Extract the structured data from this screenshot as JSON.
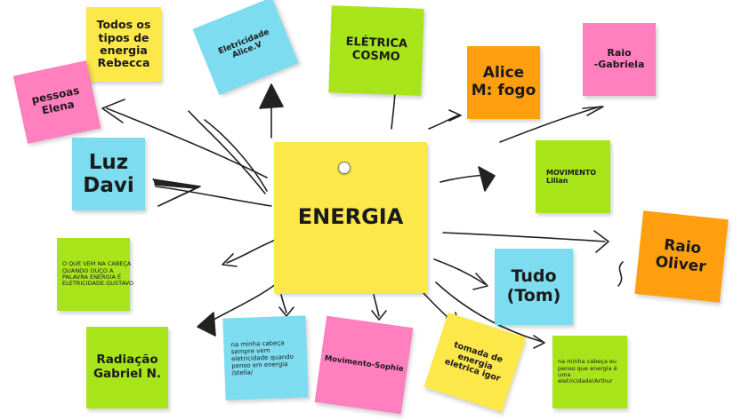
{
  "center": {
    "label": "ENERGIA"
  },
  "notes": [
    {
      "id": "todos",
      "text": "Todos os\ntipos de\nenergia\nRebecca",
      "color": "#fde84a"
    },
    {
      "id": "eletricidade-alice",
      "text": "Eletricidade\nAlice.V",
      "color": "#7ddcef"
    },
    {
      "id": "eletrica-cosmo",
      "text": "ELÉTRICA\nCOSMO",
      "color": "#a8e41a"
    },
    {
      "id": "alice-fogo",
      "text": "Alice\nM: fogo",
      "color": "#ff9f10"
    },
    {
      "id": "raio-gabriela",
      "text": "Raio\n-Gabriela",
      "color": "#ff7fbf"
    },
    {
      "id": "pessoas-elena",
      "text": "pessoas\nElena",
      "color": "#ff7fbf"
    },
    {
      "id": "luz-davi",
      "text": "Luz\nDavi",
      "color": "#7ddcef"
    },
    {
      "id": "movimento-lilian",
      "text": "MOVIMENTO\nLilian",
      "color": "#a8e41a"
    },
    {
      "id": "raio-oliver",
      "text": "Raio\nOliver",
      "color": "#ff9f10"
    },
    {
      "id": "gustavo",
      "text": "O QUE VEM NA CABEÇA QUANDO OUÇO A PALAVRA ENERGIA É ELETRICIDADE.GUSTAVO",
      "color": "#a8e41a"
    },
    {
      "id": "tudo-tom",
      "text": "Tudo\n(Tom)",
      "color": "#7ddcef"
    },
    {
      "id": "radiacao",
      "text": "Radiação\nGabriel N.",
      "color": "#a8e41a"
    },
    {
      "id": "stella",
      "text": "na minha cabeça sempre vem eletricidade quando penso em    energia /stella/",
      "color": "#7ddcef"
    },
    {
      "id": "movimento-sophie",
      "text": "Movimento-Sophie",
      "color": "#ff7fbf"
    },
    {
      "id": "tomada",
      "text": "tomada de\nenergia\neletrica igor",
      "color": "#fde84a"
    },
    {
      "id": "arthur",
      "text": "na minha cabeça eu penso que energia é uma eletricidade(Arthur",
      "color": "#a8e41a"
    }
  ]
}
